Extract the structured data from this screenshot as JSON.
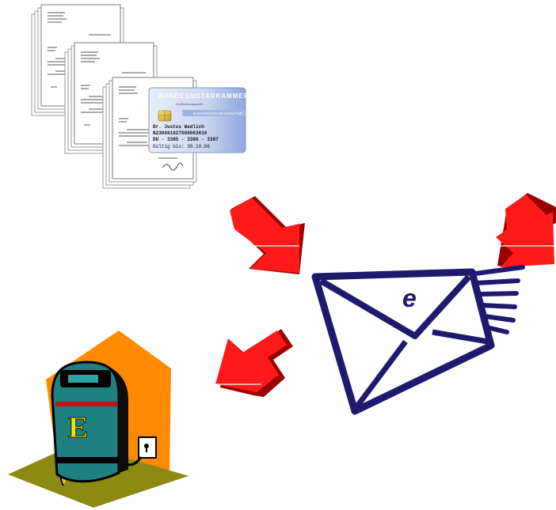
{
  "card": {
    "header": "BUNDESNOTARKAMMER",
    "subheader": "Zertifizierungsstelle",
    "band": "ELEKTRONISCHE SIGNATUR",
    "name": "Dr. Justus Wedlich",
    "id_line": "N230081827000003616",
    "code_line": "DU - 3385 - 3386 - 3387",
    "valid_line": "Gültig bis:   30.10.06"
  },
  "mailbox": {
    "letter": "E"
  },
  "envelope": {
    "letter": "e"
  },
  "colors": {
    "arrow_red": "#ff1a1a",
    "arrow_shadow": "#9a0000",
    "envelope_navy": "#1f1a6e",
    "house_orange": "#ff8a00",
    "ground_olive": "#8c8a12",
    "mailbox_teal": "#1f8080",
    "mailbox_letter": "#f2e600"
  }
}
